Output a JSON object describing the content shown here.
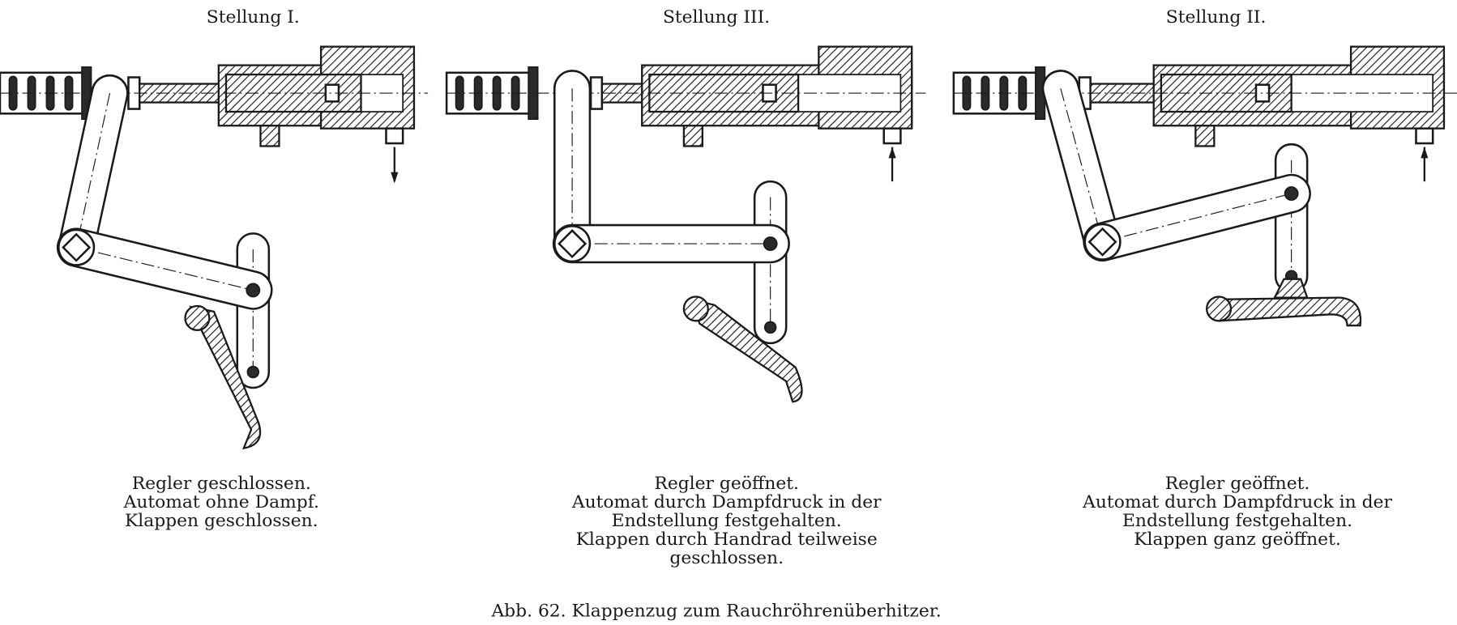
{
  "panels": [
    {
      "title": "Stellung I.",
      "caption": [
        "Regler geschlossen.",
        "Automat ohne Dampf.",
        "Klappen geschlossen."
      ]
    },
    {
      "title": "Stellung III.",
      "caption": [
        "Regler geöffnet.",
        "Automat durch Dampfdruck in der",
        "Endstellung festgehalten.",
        "Klappen durch Handrad teilweise",
        "geschlossen."
      ]
    },
    {
      "title": "Stellung II.",
      "caption": [
        "Regler geöffnet.",
        "Automat durch Dampfdruck in der",
        "Endstellung festgehalten.",
        "Klappen ganz geöffnet."
      ]
    }
  ],
  "figure_caption": "Abb. 62. Klappenzug zum Rauchröhrenüberhitzer."
}
